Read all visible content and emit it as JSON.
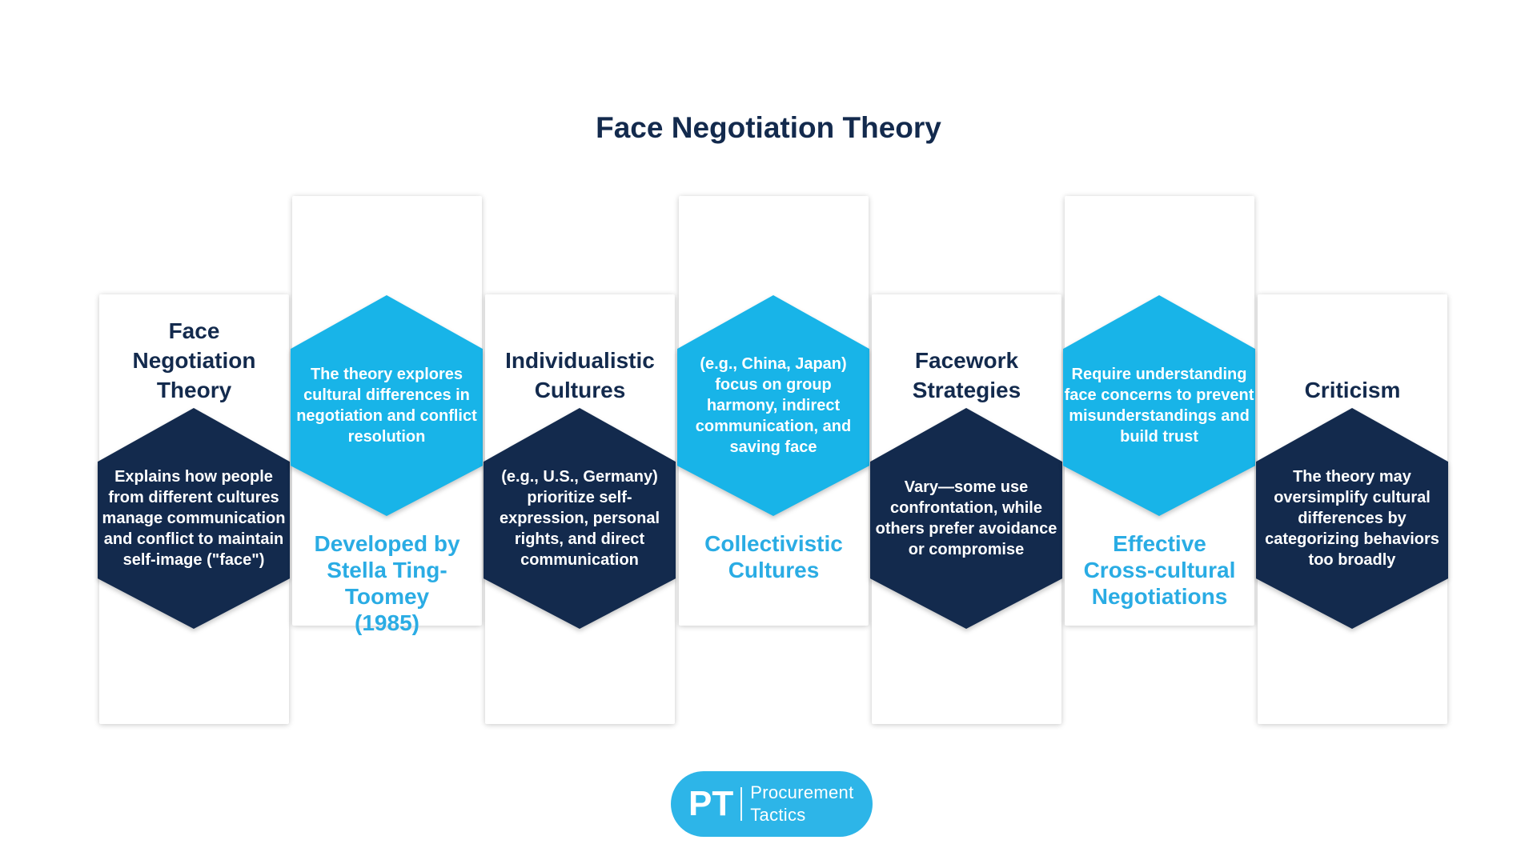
{
  "title": "Face Negotiation Theory",
  "colors": {
    "navy": "#132a4d",
    "hexagon_cyan": "#18b4e8",
    "cyan_label_text": "#2aace4",
    "logo_background": "#2db5e8",
    "hexagon_body_text": "#ffffff",
    "page_background": "#ffffff"
  },
  "panels": [
    {
      "label": "Face\nNegotiation\nTheory",
      "label_position": "above",
      "hexagon": "dark",
      "body": "Explains how people\nfrom different cultures\nmanage communication\nand conflict to maintain\nself-image (\"face\")"
    },
    {
      "label": "Developed by\nStella Ting-\nToomey\n(1985)",
      "label_position": "below",
      "hexagon": "cyan",
      "body": "The theory explores\ncultural differences in\nnegotiation and conflict\nresolution"
    },
    {
      "label": "Individualistic\nCultures",
      "label_position": "above",
      "hexagon": "dark",
      "body": "(e.g., U.S., Germany)\nprioritize self-\nexpression, personal\nrights, and direct\ncommunication"
    },
    {
      "label": "Collectivistic\nCultures",
      "label_position": "below",
      "hexagon": "cyan",
      "body": "(e.g., China, Japan)\nfocus on group\nharmony, indirect\ncommunication, and\nsaving face"
    },
    {
      "label": "Facework\nStrategies",
      "label_position": "above",
      "hexagon": "dark",
      "body": "Vary—some use\nconfrontation, while\nothers prefer avoidance\nor compromise"
    },
    {
      "label": "Effective\nCross-cultural\nNegotiations",
      "label_position": "below",
      "hexagon": "cyan",
      "body": "Require understanding\nface concerns to prevent\nmisunderstandings and\nbuild trust"
    },
    {
      "label": "Criticism",
      "label_position": "above",
      "hexagon": "dark",
      "body": "The theory may\noversimplify cultural\ndifferences by\ncategorizing behaviors\ntoo broadly"
    }
  ],
  "logo": {
    "monogram": "PT",
    "name": "Procurement\nTactics"
  }
}
